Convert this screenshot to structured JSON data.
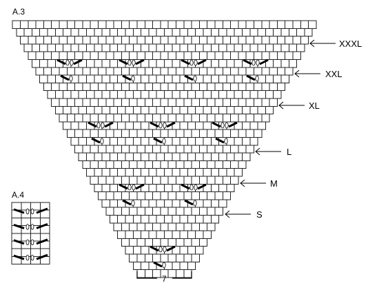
{
  "charts": {
    "a3": {
      "label": "A.3"
    },
    "a4": {
      "label": "A.4"
    }
  },
  "size_markers": [
    {
      "label": "XXXL"
    },
    {
      "label": "XXL"
    },
    {
      "label": "XL"
    },
    {
      "label": "L"
    },
    {
      "label": "M"
    },
    {
      "label": "S"
    }
  ],
  "repeat_bracket": {
    "label": "7"
  },
  "symbols": [
    {
      "name": "cable-cross-symbol",
      "meaning": "pattern stitch group"
    }
  ]
}
